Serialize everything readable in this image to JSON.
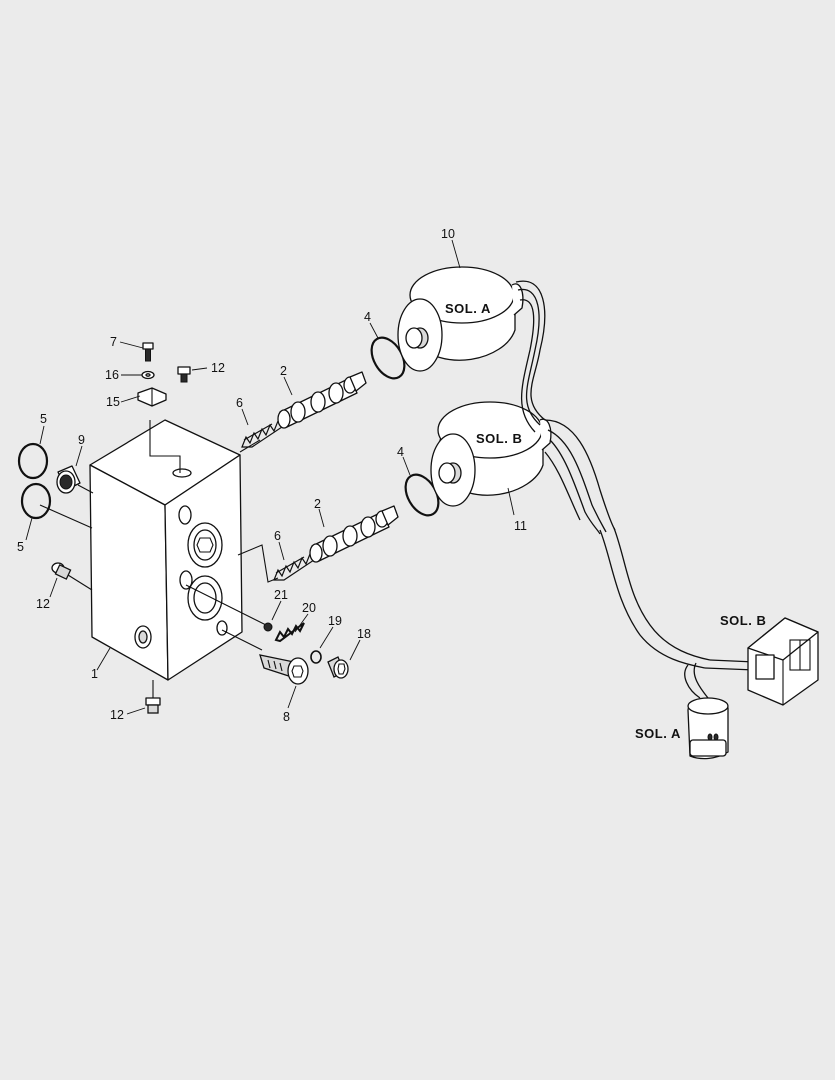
{
  "diagram": {
    "solenoid_labels": {
      "coil_a": "SOL.  A",
      "coil_b": "SOL.  B",
      "connector_a": "SOL.  A",
      "connector_b": "SOL.  B"
    },
    "callouts": {
      "c1": "1",
      "c2_upper": "2",
      "c2_lower": "2",
      "c4_upper": "4",
      "c4_lower": "4",
      "c5_upper": "5",
      "c5_lower": "5",
      "c6_upper": "6",
      "c6_lower": "6",
      "c7": "7",
      "c8": "8",
      "c9": "9",
      "c10": "10",
      "c11": "11",
      "c12_top": "12",
      "c12_side": "12",
      "c12_bottom": "12",
      "c15": "15",
      "c16": "16",
      "c18": "18",
      "c19": "19",
      "c20": "20",
      "c21": "21"
    }
  }
}
